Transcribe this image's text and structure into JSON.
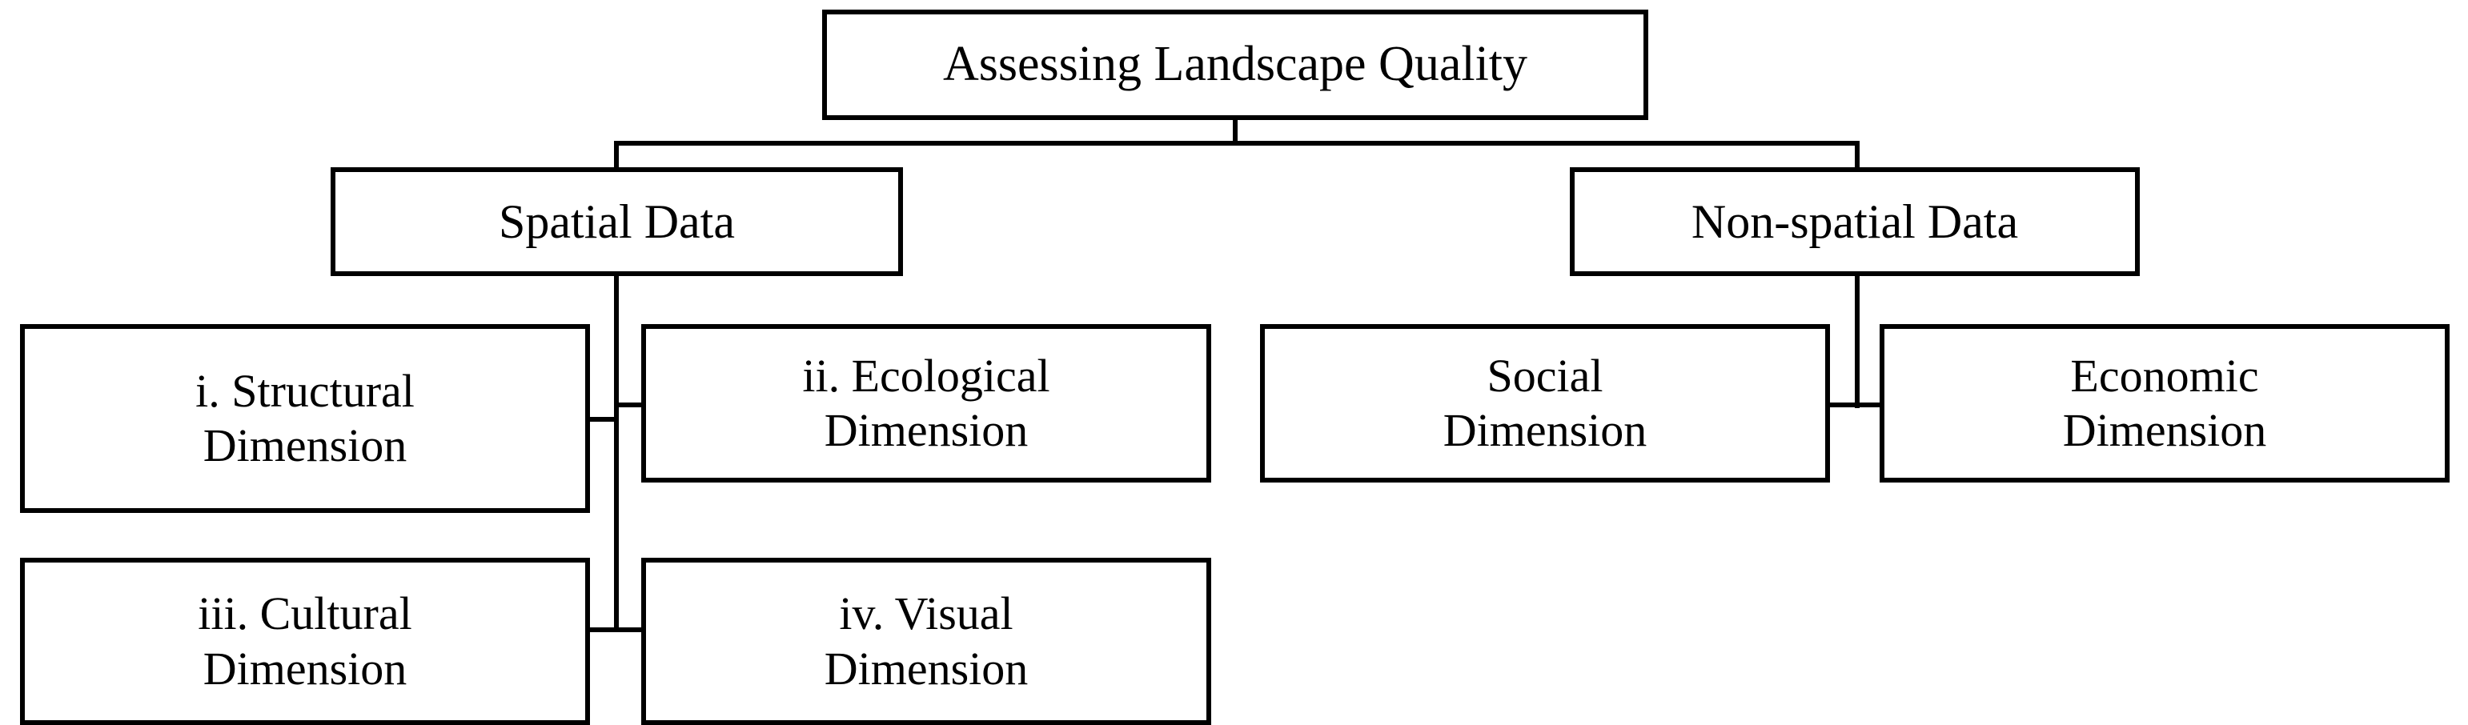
{
  "diagram": {
    "title": "Assessing Landscape Quality",
    "type": "hierarchy-tree",
    "orientation": "top-down",
    "colors": {
      "background": "#ffffff",
      "box_border": "#000000",
      "box_fill": "#ffffff",
      "connector": "#000000",
      "text": "#000000"
    },
    "root": {
      "label": "Assessing Landscape Quality"
    },
    "branches": [
      {
        "id": "spatial",
        "label": "Spatial Data"
      },
      {
        "id": "non-spatial",
        "label": "Non-spatial Data"
      }
    ],
    "leaves": {
      "spatial": [
        {
          "id": "structural",
          "line1": "i. Structural",
          "line2": "Dimension",
          "label": "i. Structural Dimension"
        },
        {
          "id": "ecological",
          "line1": "ii. Ecological",
          "line2": "Dimension",
          "label": "ii. Ecological Dimension"
        },
        {
          "id": "cultural",
          "line1": "iii. Cultural",
          "line2": "Dimension",
          "label": "iii. Cultural Dimension"
        },
        {
          "id": "visual",
          "line1": "iv. Visual",
          "line2": "Dimension",
          "label": "iv. Visual Dimension"
        }
      ],
      "non_spatial": [
        {
          "id": "social",
          "line1": "Social",
          "line2": "Dimension",
          "label": "Social Dimension"
        },
        {
          "id": "economic",
          "line1": "Economic",
          "line2": "Dimension",
          "label": "Economic Dimension"
        }
      ]
    }
  }
}
